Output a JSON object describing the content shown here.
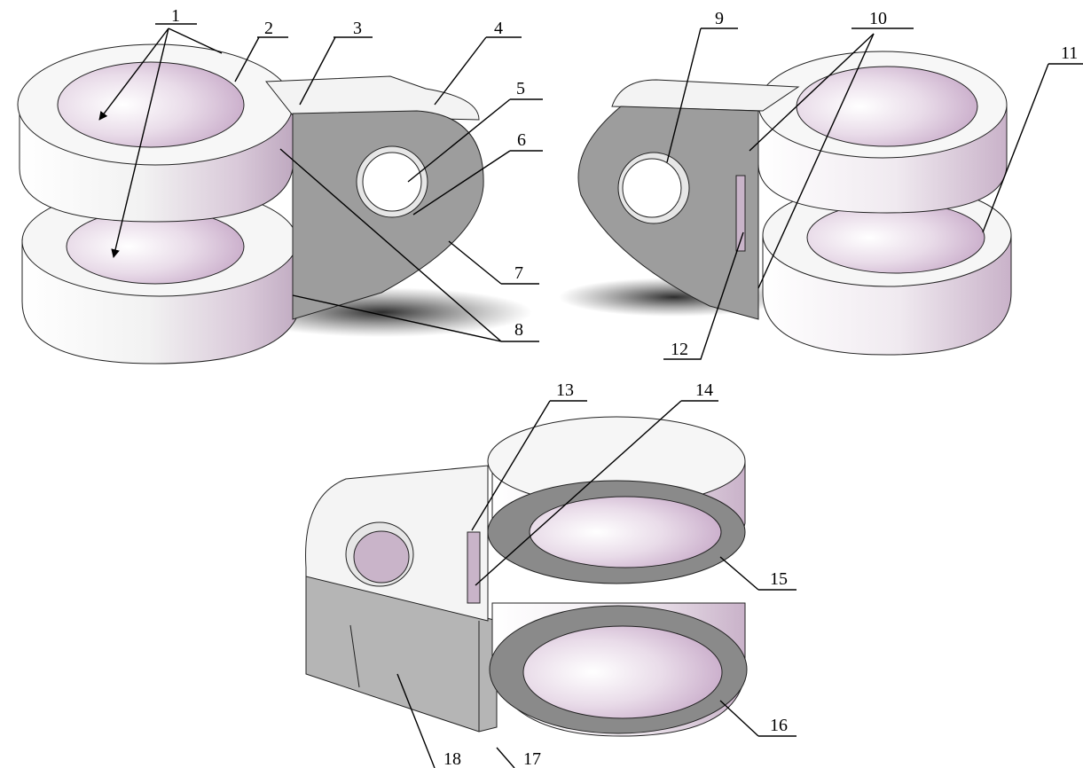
{
  "figure": {
    "views": [
      {
        "id": "view-front-left"
      },
      {
        "id": "view-rear-right"
      },
      {
        "id": "view-bottom"
      }
    ],
    "callouts": [
      {
        "id": "c1",
        "text": "1"
      },
      {
        "id": "c2",
        "text": "2"
      },
      {
        "id": "c3",
        "text": "3"
      },
      {
        "id": "c4",
        "text": "4"
      },
      {
        "id": "c5",
        "text": "5"
      },
      {
        "id": "c6",
        "text": "6"
      },
      {
        "id": "c7",
        "text": "7"
      },
      {
        "id": "c8",
        "text": "8"
      },
      {
        "id": "c9",
        "text": "9"
      },
      {
        "id": "c10",
        "text": "10"
      },
      {
        "id": "c11",
        "text": "11"
      },
      {
        "id": "c12",
        "text": "12"
      },
      {
        "id": "c13",
        "text": "13"
      },
      {
        "id": "c14",
        "text": "14"
      },
      {
        "id": "c15",
        "text": "15"
      },
      {
        "id": "c16",
        "text": "16"
      },
      {
        "id": "c17",
        "text": "17"
      },
      {
        "id": "c18",
        "text": "18"
      }
    ],
    "colors": {
      "face_light": "#f4f4f4",
      "face_gray": "#9a9a9a",
      "face_mid": "#d6d6d6",
      "bore_pink": "#d8c2d8",
      "shadow": "#3a3a3a",
      "line": "#1a1a1a"
    }
  }
}
